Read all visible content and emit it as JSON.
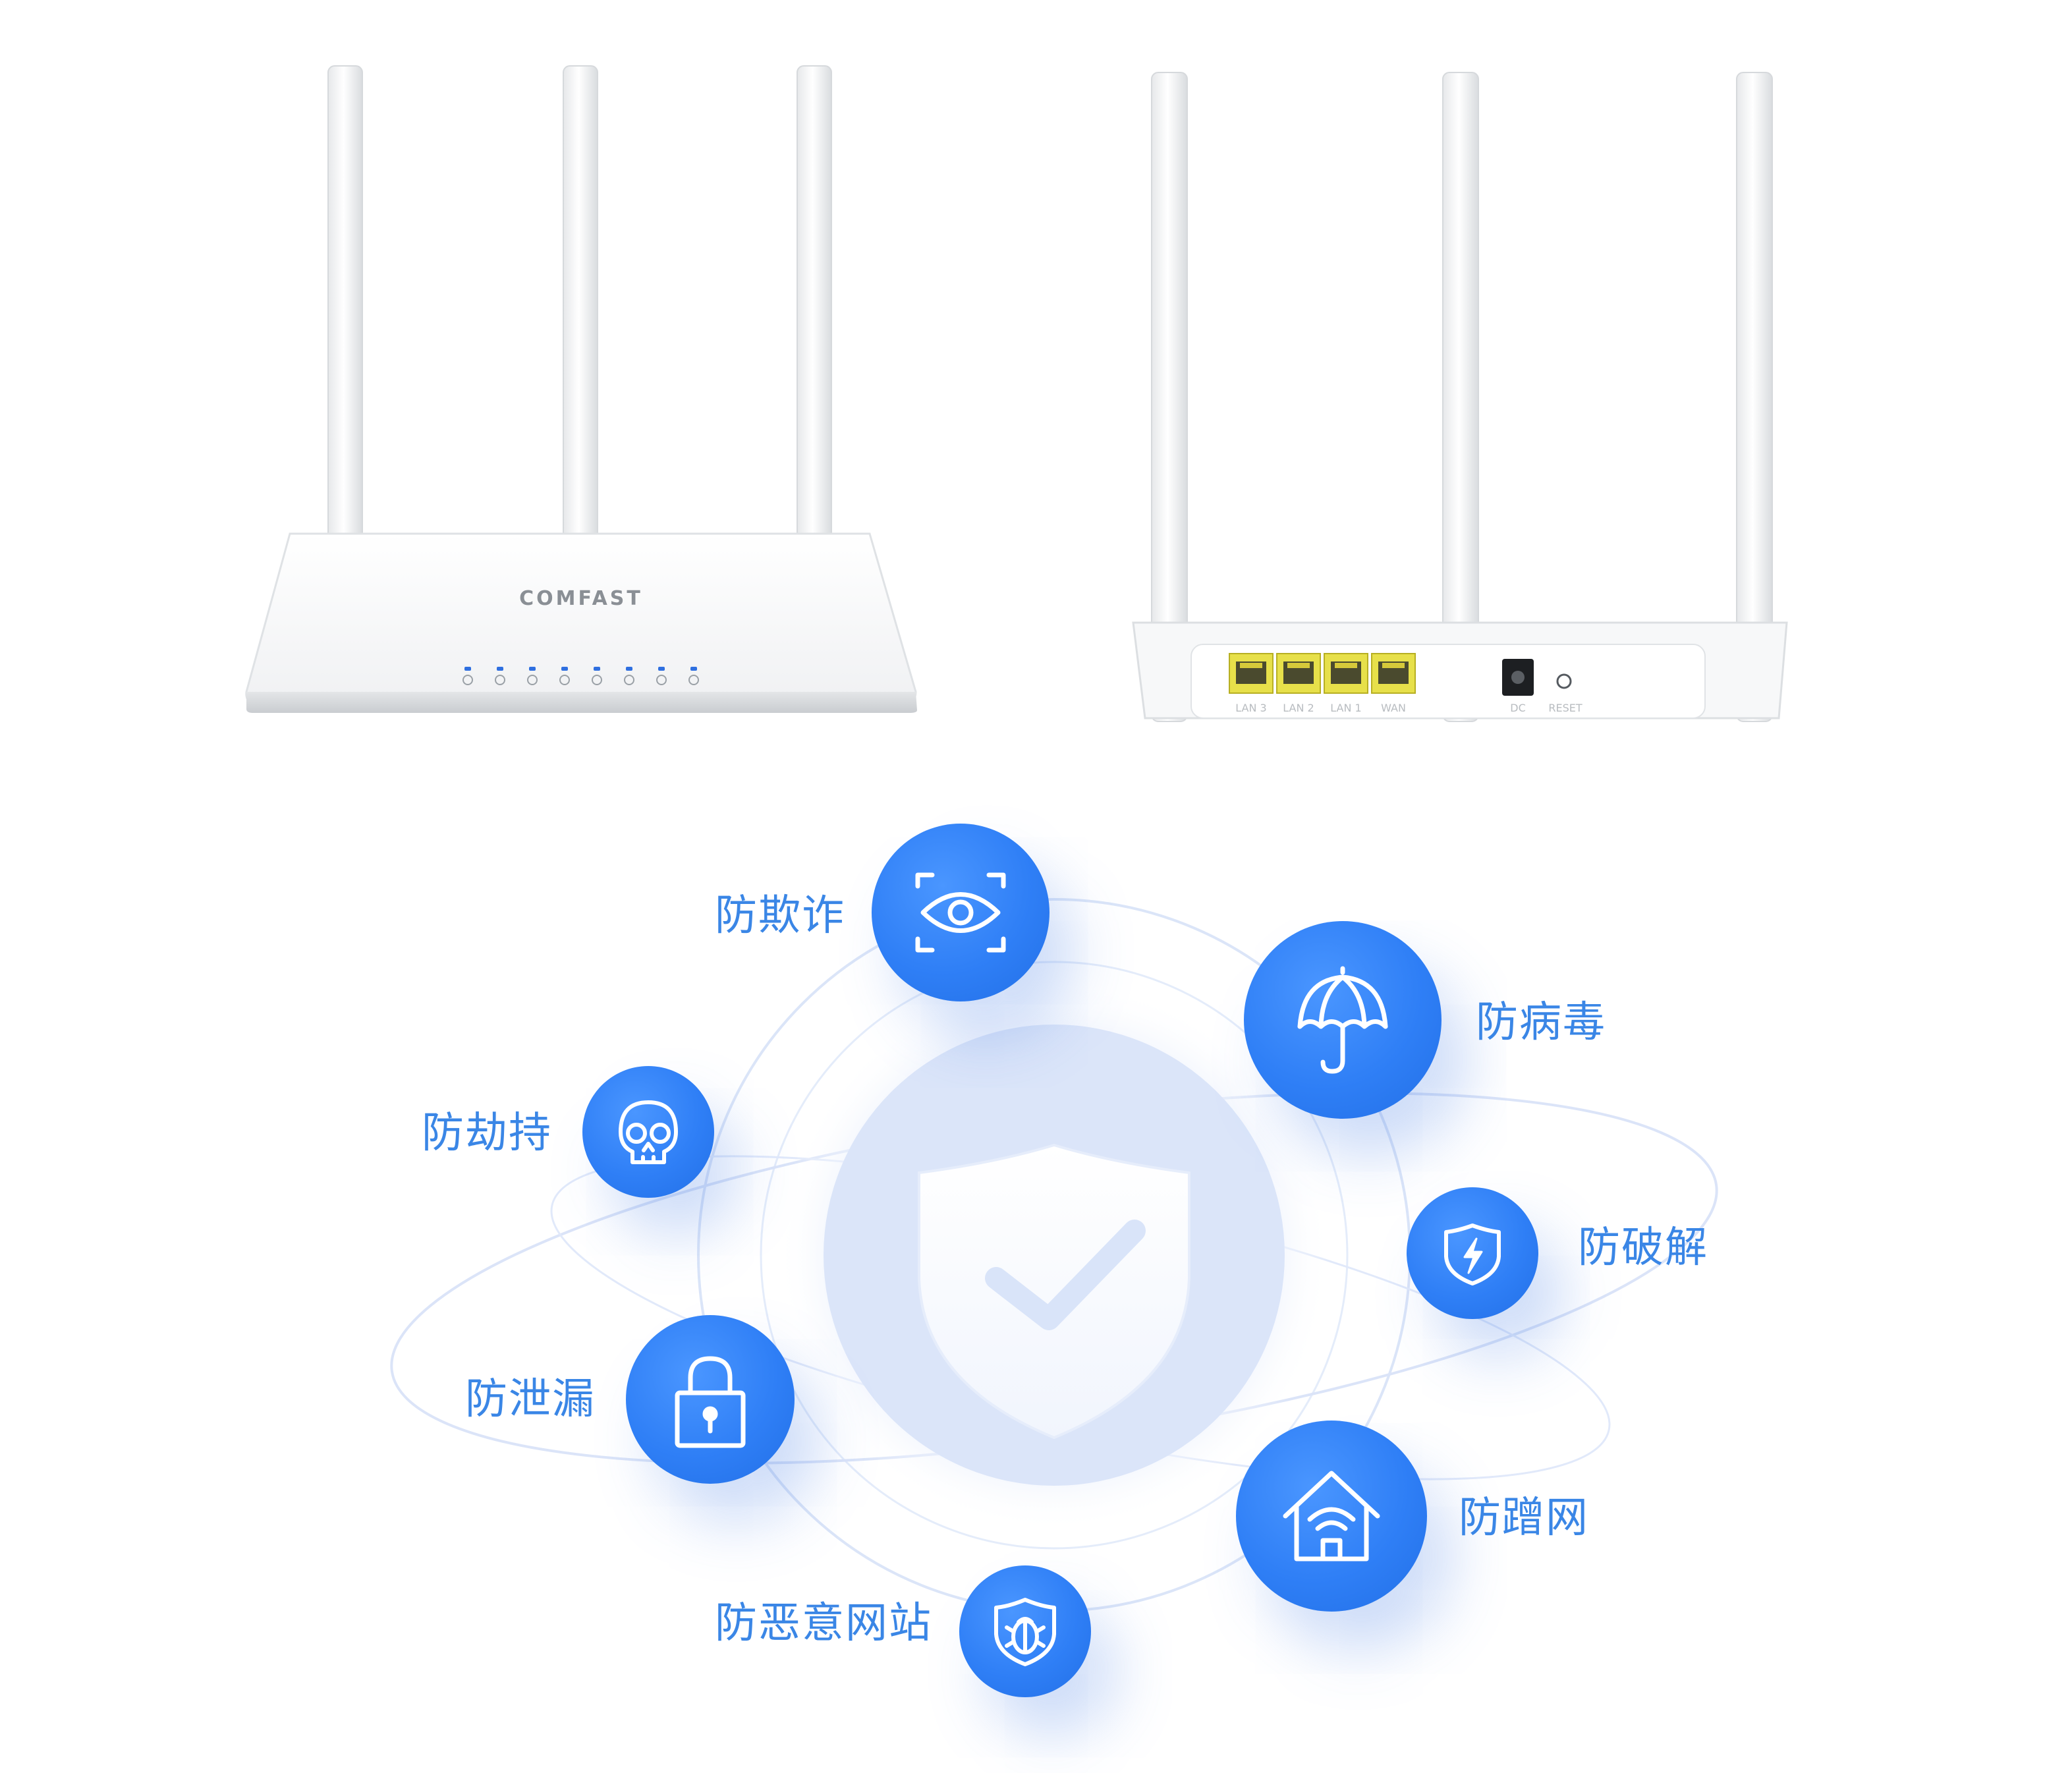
{
  "router_front": {
    "brand": "COMFAST",
    "led_icons": [
      "power-icon",
      "power-icon",
      "globe-icon",
      "lan-icon",
      "lan-icon",
      "lan-icon",
      "wifi-icon",
      "wps-icon"
    ]
  },
  "router_back": {
    "ports": [
      "LAN 3",
      "LAN 2",
      "LAN 1",
      "WAN"
    ],
    "dc_label": "DC",
    "reset_label": "RESET",
    "port_color": "#e7e04a"
  },
  "security": {
    "accent_color": "#2f80f5",
    "label_color": "#3a86e6",
    "center_icon": "shield-check-icon",
    "features": [
      {
        "label": "防欺诈",
        "icon": "eye-scan-icon"
      },
      {
        "label": "防病毒",
        "icon": "umbrella-icon"
      },
      {
        "label": "防劫持",
        "icon": "skull-icon"
      },
      {
        "label": "防破解",
        "icon": "shield-bolt-icon"
      },
      {
        "label": "防泄漏",
        "icon": "lock-icon"
      },
      {
        "label": "防蹭网",
        "icon": "home-wifi-icon"
      },
      {
        "label": "防恶意网站",
        "icon": "bug-shield-icon"
      }
    ]
  }
}
